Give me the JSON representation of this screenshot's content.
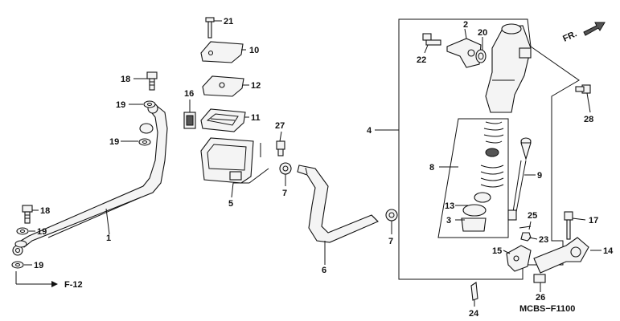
{
  "diagram": {
    "code": "MCBS−F1100",
    "ref_arrow": "F-12",
    "direction": "FR.",
    "callouts": [
      "1",
      "2",
      "3",
      "4",
      "5",
      "6",
      "7",
      "8",
      "9",
      "10",
      "11",
      "12",
      "13",
      "14",
      "15",
      "16",
      "17",
      "18",
      "19",
      "20",
      "21",
      "22",
      "23",
      "24",
      "25",
      "26",
      "27",
      "28"
    ]
  }
}
